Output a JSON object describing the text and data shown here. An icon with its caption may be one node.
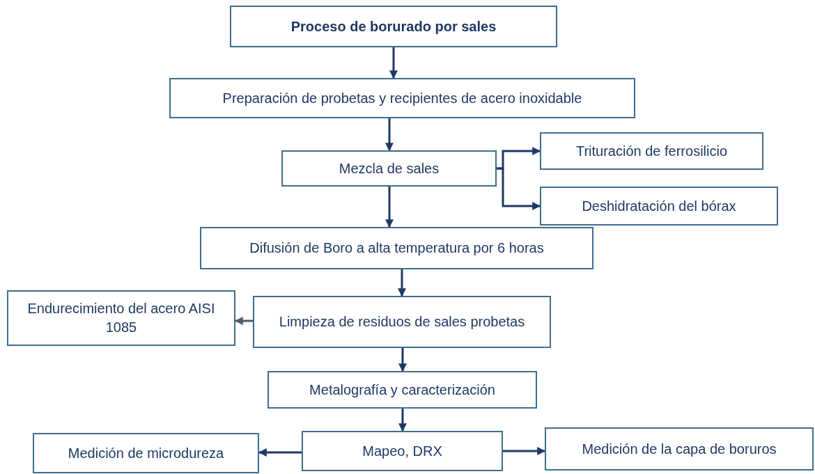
{
  "diagram": {
    "nodes": [
      {
        "text": [
          "Proceso de borurado por sales"
        ]
      },
      {
        "text": [
          "Preparación de probetas y recipientes de acero inoxidable"
        ]
      },
      {
        "text": [
          "Mezcla de sales"
        ]
      },
      {
        "text": [
          "Trituración de ferrosilicio"
        ]
      },
      {
        "text": [
          "Deshidratación del bórax"
        ]
      },
      {
        "text": [
          "Difusión de Boro a alta temperatura por 6 horas"
        ]
      },
      {
        "text": [
          "Endurecimiento del acero AISI 1085"
        ]
      },
      {
        "text": [
          "Limpieza de residuos de sales probetas"
        ]
      },
      {
        "text": [
          "Metalografía y caracterización"
        ]
      },
      {
        "text": [
          "Mapeo, DRX"
        ]
      },
      {
        "text": [
          "Medición de microdureza"
        ]
      },
      {
        "text": [
          "Medición de la capa de boruros"
        ]
      }
    ],
    "edges": [
      {
        "from": 0,
        "to": 1,
        "arrow": "to"
      },
      {
        "from": 1,
        "to": 2,
        "arrow": "to"
      },
      {
        "from": 2,
        "to": 3,
        "arrow": "to"
      },
      {
        "from": 2,
        "to": 4,
        "arrow": "to"
      },
      {
        "from": 2,
        "to": 5,
        "arrow": "to"
      },
      {
        "from": 5,
        "to": 7,
        "arrow": "to"
      },
      {
        "from": 7,
        "to": 6,
        "arrow": "to",
        "color": "#4f5b69"
      },
      {
        "from": 7,
        "to": 8,
        "arrow": "to"
      },
      {
        "from": 8,
        "to": 9,
        "arrow": "to"
      },
      {
        "from": 9,
        "to": 10,
        "arrow": "to"
      },
      {
        "from": 9,
        "to": 11,
        "arrow": "to"
      }
    ]
  }
}
